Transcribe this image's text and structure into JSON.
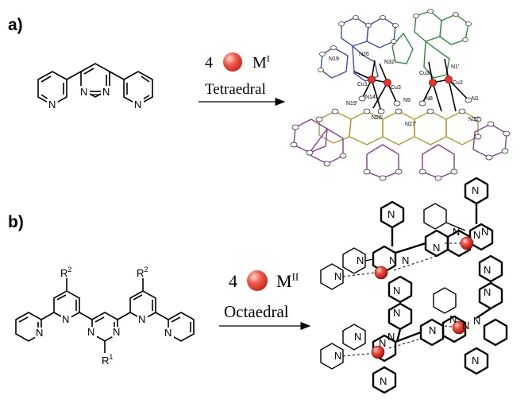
{
  "panels": {
    "a": {
      "label": "a)",
      "reagent_count": "4",
      "metal": "M",
      "metal_sup": "I",
      "geometry": "Tetraedral",
      "ligand_atoms": [
        "N",
        "N",
        "N",
        "N"
      ],
      "crystal_labels": [
        "N19",
        "N26",
        "N32",
        "Cu1",
        "Cu3",
        "N14",
        "N19'",
        "N26'",
        "N9",
        "N27'",
        "Cu3'",
        "Cu2",
        "N8",
        "N1",
        "N32'",
        "N1'"
      ]
    },
    "b": {
      "label": "b)",
      "reagent_count": "4",
      "metal": "M",
      "metal_sup": "II",
      "geometry": "Octaedral",
      "substituents": {
        "r2": "R",
        "r2_sup": "2",
        "r1": "R",
        "r1_sup": "1"
      },
      "ligand_atoms": [
        "N",
        "N",
        "N",
        "N",
        "N",
        "N"
      ],
      "grid_atoms": [
        "N",
        "N",
        "N",
        "N",
        "N",
        "N",
        "N",
        "N",
        "N",
        "N",
        "N",
        "N",
        "N",
        "N",
        "N",
        "N",
        "N",
        "N",
        "N",
        "N",
        "N",
        "N",
        "N",
        "N"
      ]
    }
  },
  "colors": {
    "metal_sphere": "#e8322c",
    "crystal_blue": "#3a4fb0",
    "crystal_green": "#2d8a3a",
    "crystal_purple": "#8a3a9a",
    "crystal_gold": "#b8962a"
  }
}
